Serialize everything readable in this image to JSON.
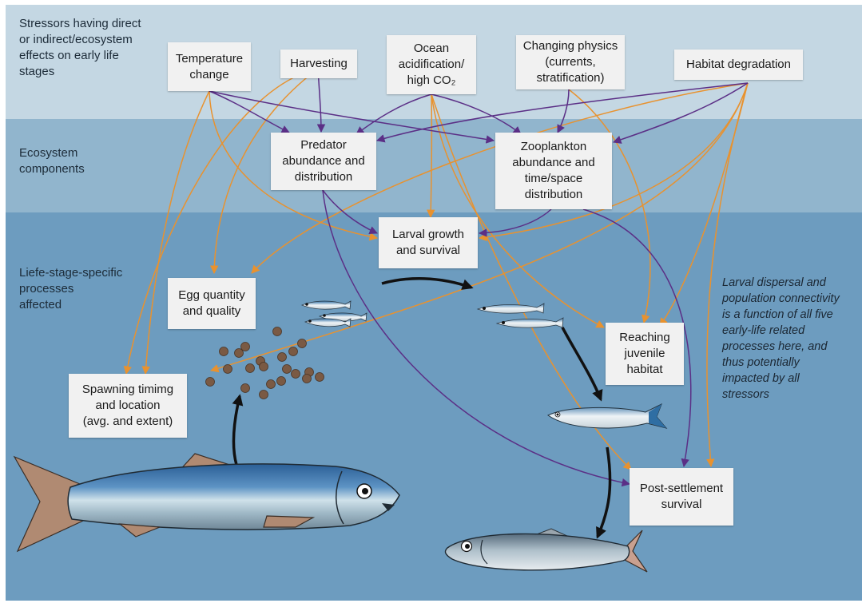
{
  "zones": {
    "stressors": "Stressors having direct\nor indirect/ecosystem\neffects on early life\nstages",
    "ecosystem": "Ecosystem\ncomponents",
    "lifestage": "Liefe-stage-specific\nprocesses\naffected"
  },
  "nodes": {
    "temperature": "Temperature\nchange",
    "harvesting": "Harvesting",
    "acidification": "Ocean\nacidification/\nhigh CO₂",
    "physics": "Changing physics\n(currents,\nstratification)",
    "habitat": "Habitat degradation",
    "predator": "Predator\nabundance and\ndistribution",
    "zooplankton": "Zooplankton\nabundance and\ntime/space\ndistribution",
    "larval": "Larval growth\nand survival",
    "egg": "Egg quantity\nand quality",
    "spawning": "Spawning timimg\nand location\n(avg. and extent)",
    "juvenile": "Reaching\njuvenile\nhabitat",
    "settlement": "Post-settlement\nsurvival"
  },
  "note": "Larval dispersal and\npopulation connectivity\nis a function of all five\nearly-life related\nprocesses here, and\nthus potentially\nimpacted by all\nstressors",
  "colors": {
    "indirect_arrow": "#e8922f",
    "direct_arrow": "#5b2f86",
    "lifecycle_arrow": "#111111",
    "band_top": "#c4d7e3",
    "band_mid": "#91b5cd",
    "band_bottom": "#6d9cbf",
    "fish_back": "#2d6ea8",
    "fish_belly": "#dfe6ea",
    "fin": "#b08a72",
    "egg": "#7a5a44"
  }
}
